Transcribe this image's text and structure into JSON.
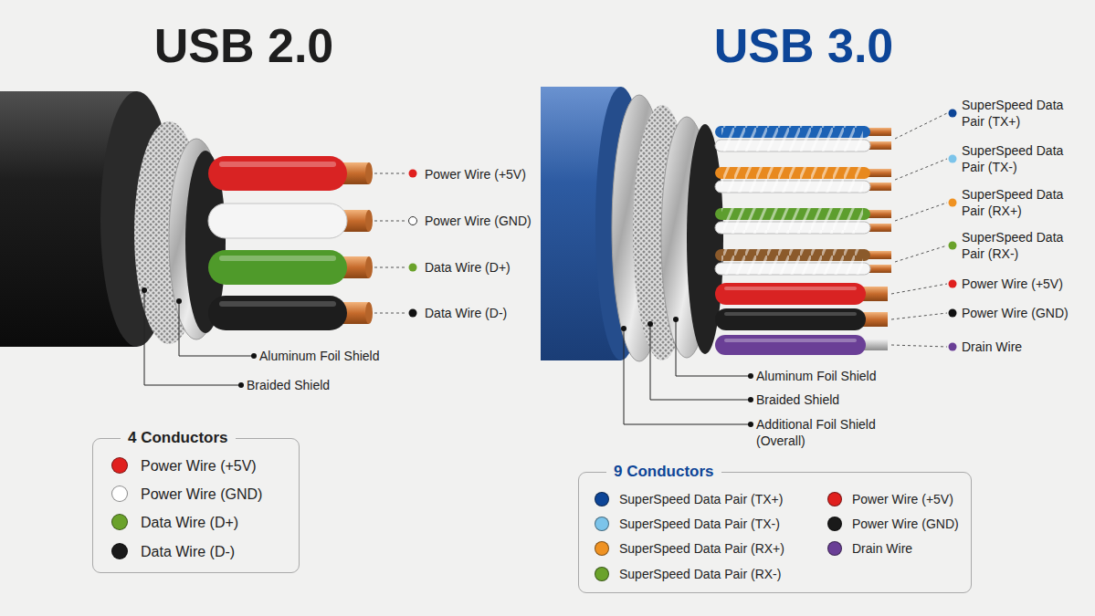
{
  "diagram": {
    "nodes": [
      {
        "text": [
          "4 Conductors"
        ]
      },
      {
        "text": [
          "9 Conductors"
        ]
      }
    ],
    "labels": [
      "USB 2.0",
      "Power Wire (+5V)",
      "Power Wire (GND)",
      "Data Wire (D+)",
      "Data Wire (D-)",
      "Aluminum Foil Shield",
      "Braided Shield",
      "USB 3.0",
      "SuperSpeed Data Pair (TX+)",
      "SuperSpeed Data Pair (TX-)",
      "SuperSpeed Data Pair (RX+)",
      "SuperSpeed Data Pair (RX-)",
      "Power Wire (+5V)",
      "Power Wire (GND)",
      "Drain Wire",
      "Aluminum Foil Shield",
      "Braided Shield",
      "Additional Foil Shield (Overall)"
    ],
    "legend": [
      {
        "text": "Power Wire (+5V)",
        "color": "#e0201e"
      },
      {
        "text": "Power Wire (GND)",
        "color": "#ffffff"
      },
      {
        "text": "Data Wire (D+)",
        "color": "#6aa22a"
      },
      {
        "text": "Data Wire (D-)",
        "color": "#1a1a1a"
      },
      {
        "text": "SuperSpeed Data Pair (TX+)",
        "color": "#0d4597"
      },
      {
        "text": "SuperSpeed Data Pair (TX-)",
        "color": "#7cc4ea"
      },
      {
        "text": "SuperSpeed Data Pair (RX+)",
        "color": "#ef9222"
      },
      {
        "text": "SuperSpeed Data Pair (RX-)",
        "color": "#6aa22a"
      },
      {
        "text": "Power Wire (+5V)",
        "color": "#e0201e"
      },
      {
        "text": "Power Wire (GND)",
        "color": "#1a1a1a"
      },
      {
        "text": "Drain Wire",
        "color": "#6a3f96"
      }
    ]
  }
}
